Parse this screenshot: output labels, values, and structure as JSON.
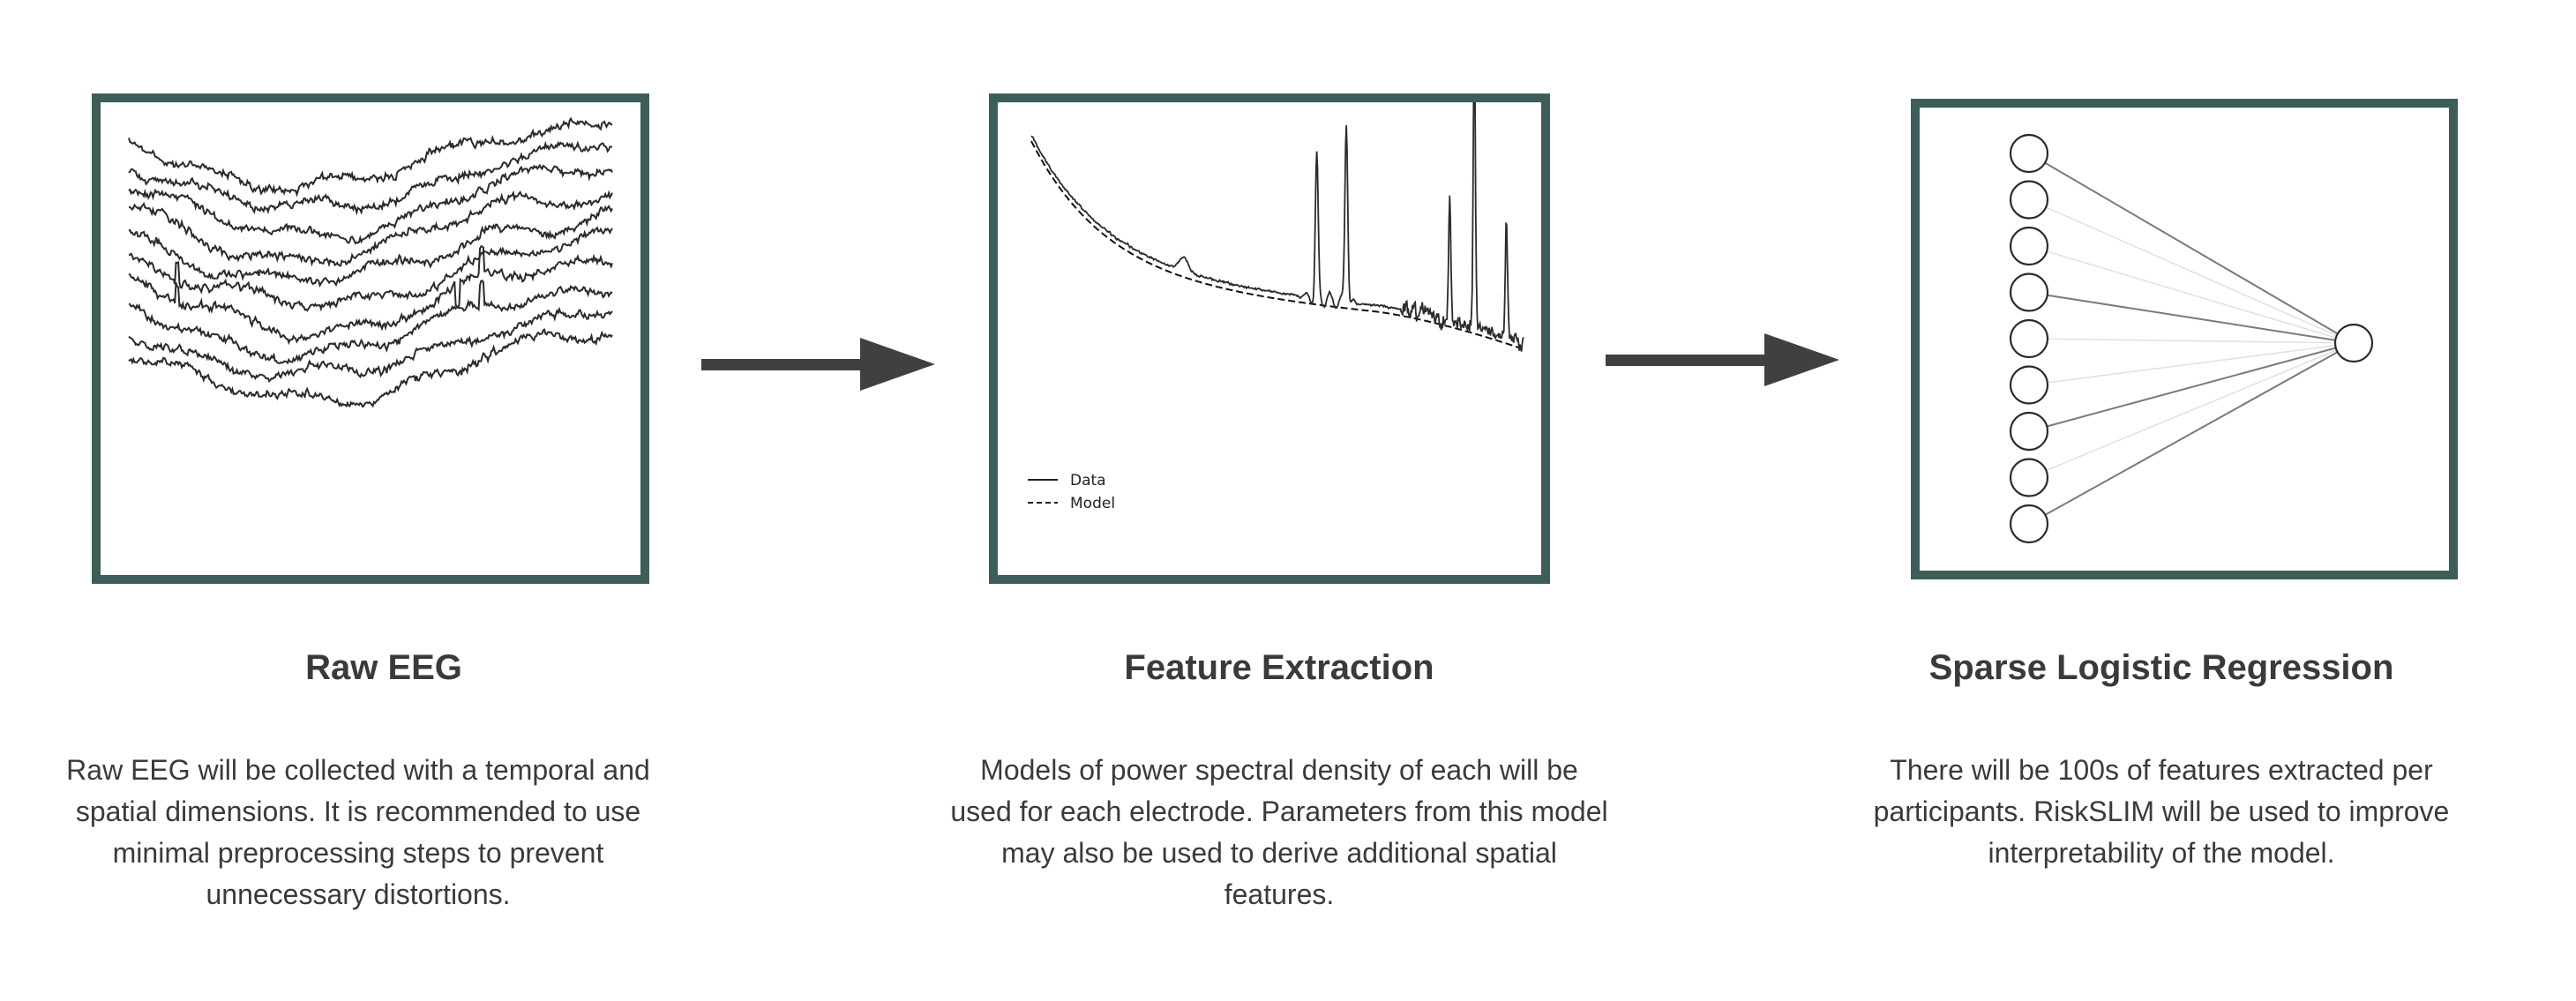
{
  "colors": {
    "panel_border": "#3d5e58",
    "arrow": "#404040",
    "trace": "#2b2b2b",
    "text": "#3a3a3a"
  },
  "steps": [
    {
      "title": "Raw EEG",
      "description": "Raw EEG will be collected with a temporal and spatial dimensions. It is recommended to use minimal preprocessing steps to prevent unnecessary distortions."
    },
    {
      "title": "Feature Extraction",
      "description": "Models of power spectral density of each will be used for each electrode. Parameters from this model may also be used to derive additional spatial features."
    },
    {
      "title": "Sparse Logistic Regression",
      "description": "There will be 100s of features extracted per participants. RiskSLIM will be used to improve interpretability of the model."
    }
  ],
  "psd_legend": [
    "Data",
    "Model"
  ],
  "network": {
    "input_nodes": 9,
    "output_nodes": 1,
    "strong_connections": [
      0,
      3,
      6,
      8
    ],
    "weak_connections": [
      1,
      2,
      4,
      5,
      7
    ]
  },
  "icons": [
    "arrow-right-icon",
    "arrow-right-icon"
  ]
}
